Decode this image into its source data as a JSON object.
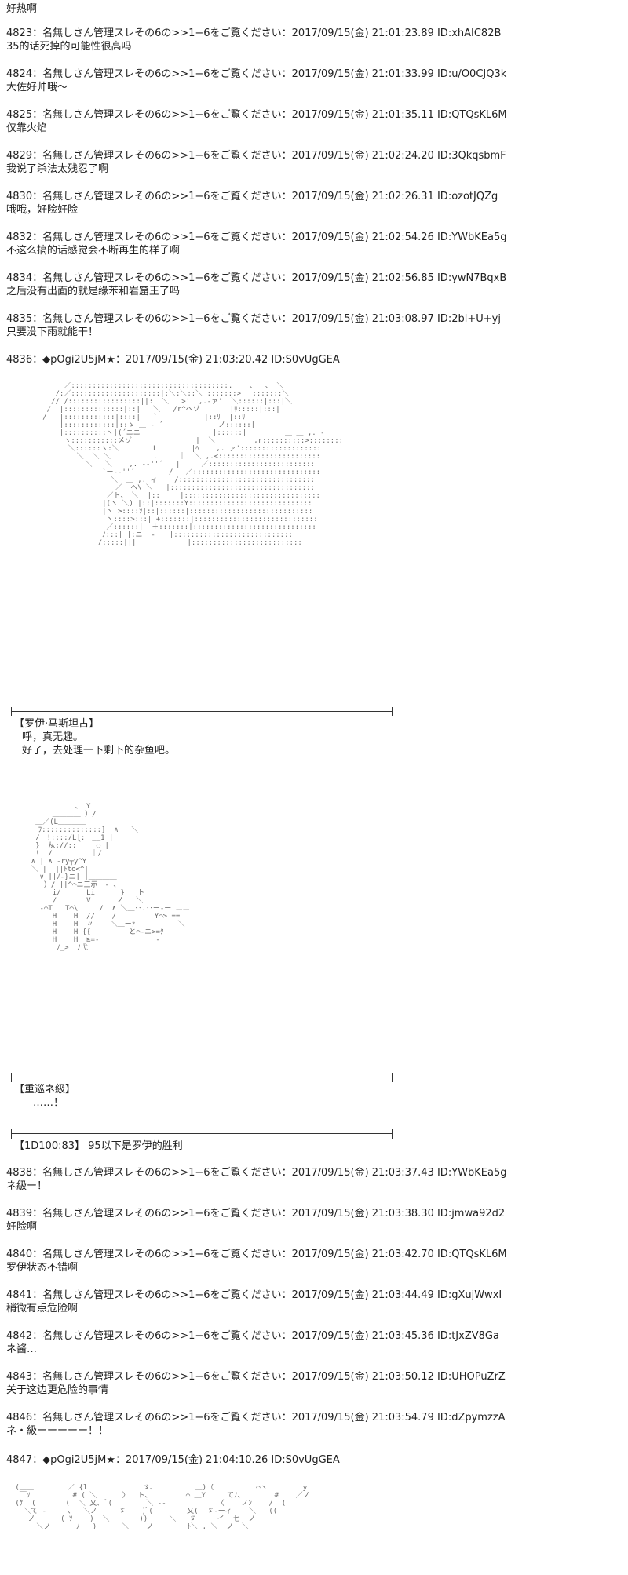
{
  "top_line": "好热啊",
  "posts_a": [
    {
      "meta": "4823：名無しさん管理スレその6の>>1−6をご覧ください：2017/09/15(金) 21:01:23.89 ID:xhAIC82B",
      "body": "35的话死掉的可能性很高吗"
    },
    {
      "meta": "4824：名無しさん管理スレその6の>>1−6をご覧ください：2017/09/15(金) 21:01:33.99 ID:u/O0CJQ3k",
      "body": "大佐好帅哦～"
    },
    {
      "meta": "4825：名無しさん管理スレその6の>>1−6をご覧ください：2017/09/15(金) 21:01:35.11 ID:QTQsKL6M",
      "body": "仅靠火焰"
    },
    {
      "meta": "4829：名無しさん管理スレその6の>>1−6をご覧ください：2017/09/15(金) 21:02:24.20 ID:3QkqsbmF",
      "body": "我说了杀法太残忍了啊"
    },
    {
      "meta": "4830：名無しさん管理スレその6の>>1−6をご覧ください：2017/09/15(金) 21:02:26.31 ID:ozotJQZg",
      "body": "哦哦，好险好险"
    },
    {
      "meta": "4832：名無しさん管理スレその6の>>1−6をご覧ください：2017/09/15(金) 21:02:54.26 ID:YWbKEa5g",
      "body": "不这么搞的话感觉会不断再生的样子啊"
    },
    {
      "meta": "4834：名無しさん管理スレその6の>>1−6をご覧ください：2017/09/15(金) 21:02:56.85 ID:ywN7BqxB",
      "body": "之后没有出面的就是缘苯和岩窟王了吗"
    },
    {
      "meta": "4835：名無しさん管理スレその6の>>1−6をご覧ください：2017/09/15(金) 21:03:08.97 ID:2bl+U+yj",
      "body": "只要没下雨就能干！"
    }
  ],
  "author_post_1": "4836：◆pOgi2U5jM★：2017/09/15(金) 21:03:20.42 ID:S0vUgGEA",
  "scene_1": {
    "speaker": "【罗伊·马斯坦古】",
    "lines": [
      "呼，真无趣。",
      "好了，去处理一下剩下的杂鱼吧。"
    ]
  },
  "scene_2": {
    "speaker": "【重巡ネ級】",
    "lines": [
      "……！"
    ]
  },
  "dice": "【1D100:83】 95以下是罗伊的胜利",
  "posts_b": [
    {
      "meta": "4838：名無しさん管理スレその6の>>1−6をご覧ください：2017/09/15(金) 21:03:37.43 ID:YWbKEa5g",
      "body": "ネ級ー！"
    },
    {
      "meta": "4839：名無しさん管理スレその6の>>1−6をご覧ください：2017/09/15(金) 21:03:38.30 ID:jmwa92d2",
      "body": "好险啊"
    },
    {
      "meta": "4840：名無しさん管理スレその6の>>1−6をご覧ください：2017/09/15(金) 21:03:42.70 ID:QTQsKL6M",
      "body": "罗伊状态不错啊"
    },
    {
      "meta": "4841：名無しさん管理スレその6の>>1−6をご覧ください：2017/09/15(金) 21:03:44.49 ID:gXujWwxI",
      "body": "稍微有点危险啊"
    },
    {
      "meta": "4842：名無しさん管理スレその6の>>1−6をご覧ください：2017/09/15(金) 21:03:45.36 ID:tJxZV8Ga",
      "body": "ネ酱…"
    },
    {
      "meta": "4843：名無しさん管理スレその6の>>1−6をご覧ください：2017/09/15(金) 21:03:50.12 ID:UHOPuZrZ",
      "body": "关于这边更危险的事情"
    },
    {
      "meta": "4846：名無しさん管理スレその6の>>1−6をご覧ください：2017/09/15(金) 21:03:54.79 ID:dZpymzzA",
      "body": "ネ・級ーーーーー！！"
    }
  ],
  "author_post_2": "4847：◆pOgi2U5jM★：2017/09/15(金) 21:04:10.26 ID:S0vUgGEA",
  "art_1": "        ／:::::::::::::::::::::::::::::::::::::.    、  、 ＼\n      /:／:::::::::::::::::::::|:＼:＼::＼ :::::::> ＿:::::::＼\n     // /:::::::::::::::::||:  ＼   >'  ,.-ァ'  ＼::::::|:::|＼\n    /  |::::::::::::::|::|   ＼   /r^ヘゾ       |ﾘ:::::|:::|\n   /   |::::::::::::|::::|   `           |::ﾘ  |::ﾘ\n       |::::::::::::|::ゝ ＿ ‐ ´             ノ::::::|\n       |::::::::::ヽ|(´ニニ                 |::::::|         ＿ ＿ ,. -\n        ヽ:::::::::::メゾ               |  ＼         ,r::::::::::>::::::::\n         ＼::::::ヽ:＼        L        |ﾍ    ,. ァ':::::::::::::::::::\n           ＼  ＼ ＼          .     ｜  ＼ ,.<::::::::::::::::::::::::\n             ＼   ＼    ,. -‐''´   |     ／:::::::::::::::::::::::::\n                 `ー-‐''´        /   ／::::::::::::::::::::::::::::::\n                   ＼  ＿ ,. ィ    /::::::::::::::::::::::::::::::::\n                    ／  ヘ\\ ＼   |::::::::::::::::::::::::::::::::::\n                  ／ト、 ＼| |::|  ＿|::::::::::::::::::::::::::::::::\n                 |(ヽ ＼) |::|:::::::Y:::::::::::::::::::::::::::::\n                 |ヽ >::::ｿ|::|::::::|:::::::::::::::::::::::::::::\n                  ヽ::::>:::| +:::::::|:::::::::::::::::::::::::::::\n                  ／::::::|  ＋:::::::|:::::::::::::::::::::::::::::\n                 ﾉ:::| |:ニ  -－ー|::::::::::::::::::::::::::::\n                /:::::|||            |::::::::::::::::::::::::::",
  "art_2": "          ￣￣ 、 Y\n         ＿＿＿＿ ）/\n     ＿／(L＿＿＿＿\n    ￣ﾌ::::::::::::::]  ∧   ＼\n     /ー!::::/L|:＿__1 |\n     }  从://::｀   ○ |\n     !  /         ｜/\n    ∧ | ∧ ‐ry┬y^Y\n    ＼ |  ||ﾄto<^|\n      ∨ ||ﾉ-}ニ|_|＿＿＿＿\n       ）/ ||^⌒ニ三示ー‐ 、\n         i/      Li      }   ト\n         /       V      ノ   ＼\n      ‐⌒T   T⌒\\     /  ∧ ＼＿‥.‥ー‐ー ニニ\n         H    H  //    /         Y⌒> ==\n         H    H  〃    ＼＿ーｧ          ＼\n         H    H {{         と⌒‐ニ>=ｸ\n         H    H  ≧=‐ーーーーーーーー‐'\n          ﾉ_>  ﾉ弋",
  "art_3": " (＿＿        ／ {l             ゞ、         ＿)（          ⌒ヽ        ｙ\n  ￣ｿ          # ( ＼      〉  ト、        ⌒ ＿Y     てﾉ、       #    ／ノ\n (ｹ  (       (  ＼ 乂､ ﾞ(        ＼ ‐-            〈    ノﾝ    /  (\n   ＼て ‐     、  ＼ノ     ゞ    )ﾞ(        乂(  ゞ‐ーィ    ＼   ((\n    ノ      ( ｿ    )  ＼       ))     ＼   ゞ     イ  七  ノ\n      ＼ノ      ﾉ   )      ＼    ノ        ﾄ＼ , ＼  ノ  ＼"
}
